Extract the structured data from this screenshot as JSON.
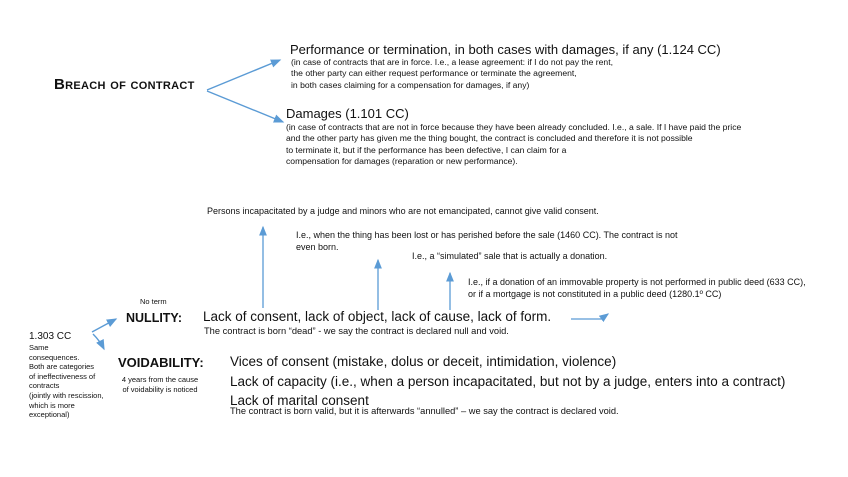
{
  "colors": {
    "arrow": "#5B9BD5",
    "text": "#111111",
    "background": "#ffffff"
  },
  "breach": {
    "heading": "Breach of contract",
    "options": [
      {
        "title": "Performance or termination, in both cases with damages, if any (1.124 CC)",
        "note_lines": [
          "(in case of contracts that are in force. I.e., a lease agreement: if I do not pay the rent,",
          "the other party can either request performance or terminate the agreement,",
          "in both cases claiming for a compensation for damages, if any)"
        ]
      },
      {
        "title": "Damages (1.101 CC)",
        "note_lines": [
          "(in case of contracts that are not in force because they have been already concluded. I.e., a sale. If I have paid the price",
          "and the other party has given me the thing bought, the contract is concluded and therefore it is not possible",
          "to terminate it, but if the performance has been defective, I can claim for a",
          "compensation for damages (reparation or new performance)."
        ]
      }
    ]
  },
  "annotations": {
    "consent": "Persons incapacitated by a judge and minors who are not emancipated, cannot give valid consent.",
    "object_line1": "I.e., when the thing has been lost or has perished before the sale (1460 CC). The contract is not",
    "object_line2": "even born.",
    "cause": "I.e., a “simulated” sale that is actually a donation.",
    "form_line1": "I.e., if a donation of an immovable property is not performed in public deed (633 CC),",
    "form_line2": "or if a mortgage is not constituted in a public deed  (1280.1º CC)"
  },
  "nullity": {
    "no_term": "No term",
    "label": "NULLITY:",
    "main": "Lack of consent, lack of object, lack of cause, lack of form.",
    "sub": "The contract is born “dead” - we say the contract is declared null and void."
  },
  "side_note": {
    "title": "1.303 CC",
    "lines": [
      "Same",
      "consequences.",
      "Both are categories",
      "of ineffectiveness of",
      "contracts",
      "(jointly with rescission,",
      "which is more",
      "exceptional)"
    ]
  },
  "voidability": {
    "label": "VOIDABILITY:",
    "term_line1": "4 years from the cause",
    "term_line2": "of voidability is noticed",
    "items": [
      "Vices of consent (mistake, dolus or deceit, intimidation, violence)",
      "Lack of capacity (i.e., when a person incapacitated, but not by a judge, enters into a contract)",
      "Lack of marital consent"
    ],
    "sub": "The contract is born valid, but it is afterwards “annulled” – we say the contract is declared void."
  }
}
